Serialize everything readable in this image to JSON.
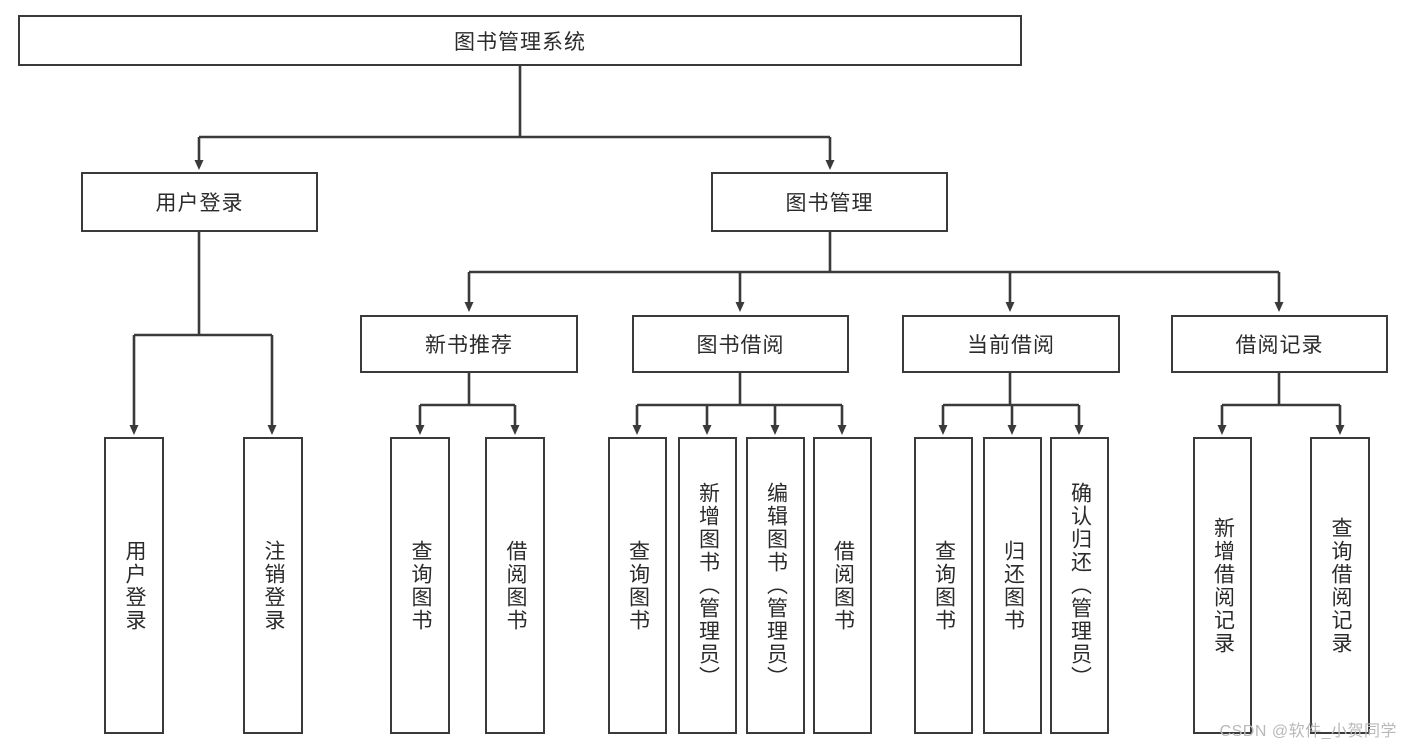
{
  "diagram": {
    "title_node": {
      "id": "root",
      "label": "图书管理系统"
    },
    "level2": [
      {
        "id": "user-login",
        "label": "用户登录"
      },
      {
        "id": "book-manage",
        "label": "图书管理"
      }
    ],
    "level3": [
      {
        "id": "new-book-rec",
        "label": "新书推荐"
      },
      {
        "id": "book-borrow",
        "label": "图书借阅"
      },
      {
        "id": "current-borrow",
        "label": "当前借阅"
      },
      {
        "id": "borrow-record",
        "label": "借阅记录"
      }
    ],
    "leaves": [
      {
        "id": "leaf-user-login",
        "label": "用户登录",
        "parent": "user-login"
      },
      {
        "id": "leaf-logout",
        "label": "注销登录",
        "parent": "user-login"
      },
      {
        "id": "leaf-query-book-1",
        "label": "查询图书",
        "parent": "new-book-rec"
      },
      {
        "id": "leaf-borrow-book-1",
        "label": "借阅图书",
        "parent": "new-book-rec"
      },
      {
        "id": "leaf-query-book-2",
        "label": "查询图书",
        "parent": "book-borrow"
      },
      {
        "id": "leaf-add-book",
        "label": "新增图书（管理员）",
        "parent": "book-borrow"
      },
      {
        "id": "leaf-edit-book",
        "label": "编辑图书（管理员）",
        "parent": "book-borrow"
      },
      {
        "id": "leaf-borrow-book-2",
        "label": "借阅图书",
        "parent": "book-borrow"
      },
      {
        "id": "leaf-query-book-3",
        "label": "查询图书",
        "parent": "current-borrow"
      },
      {
        "id": "leaf-return-book",
        "label": "归还图书",
        "parent": "current-borrow"
      },
      {
        "id": "leaf-confirm-return",
        "label": "确认归还（管理员）",
        "parent": "current-borrow"
      },
      {
        "id": "leaf-add-record",
        "label": "新增借阅记录",
        "parent": "borrow-record"
      },
      {
        "id": "leaf-query-record",
        "label": "查询借阅记录",
        "parent": "borrow-record"
      }
    ]
  },
  "watermark": {
    "text": "CSDN @软件_小贺同学"
  },
  "colors": {
    "stroke": "#3a3a3a",
    "text": "#2b2b2b",
    "background": "#ffffff",
    "watermark": "#b9b9b9"
  }
}
